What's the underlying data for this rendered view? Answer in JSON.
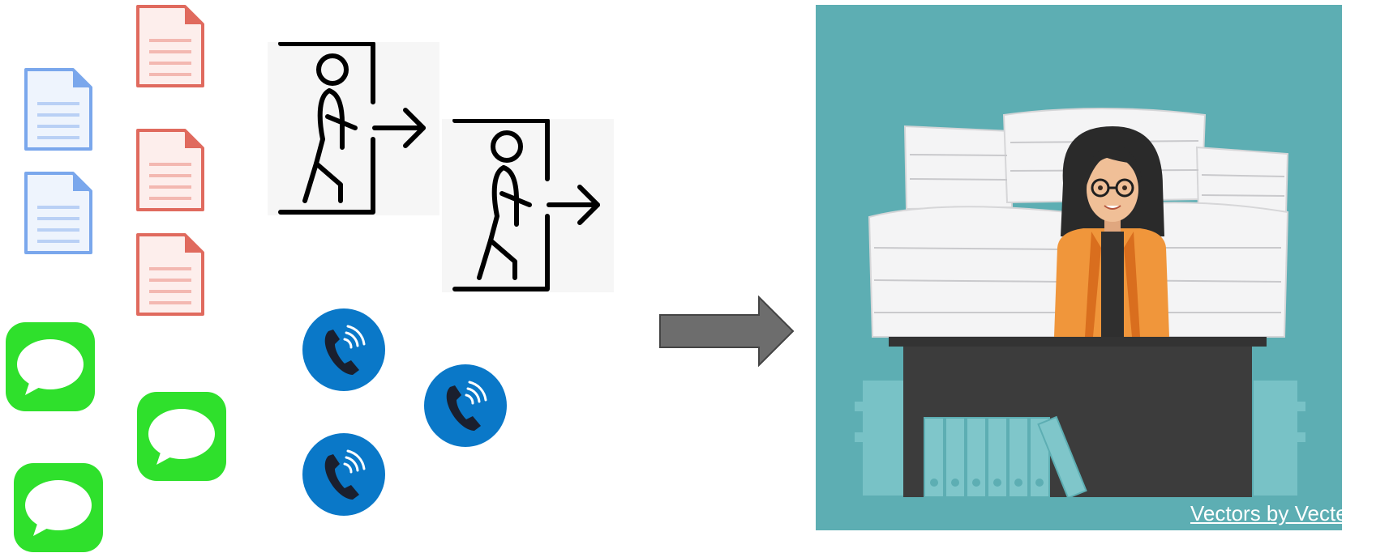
{
  "left_group": {
    "documents_blue": {
      "count": 2,
      "icon": "document-icon",
      "color": "#7aa7ec"
    },
    "documents_red": {
      "count": 3,
      "icon": "document-icon",
      "color": "#e06a5e"
    },
    "message_bubbles": {
      "count": 3,
      "icon": "message-bubble-icon",
      "color": "#2fe02c"
    },
    "exit_signs": {
      "count": 2,
      "icon": "person-exit-icon"
    },
    "phone_calls": {
      "count": 3,
      "icon": "phone-call-icon",
      "color": "#0a78c8"
    }
  },
  "transition_arrow": {
    "icon": "right-arrow-icon",
    "color": "#6d6d6d"
  },
  "illustration": {
    "description_icon": "overwhelmed-office-worker-illustration",
    "background_color": "#5daeb3",
    "credit_text": "Vectors by Vecteezy"
  }
}
